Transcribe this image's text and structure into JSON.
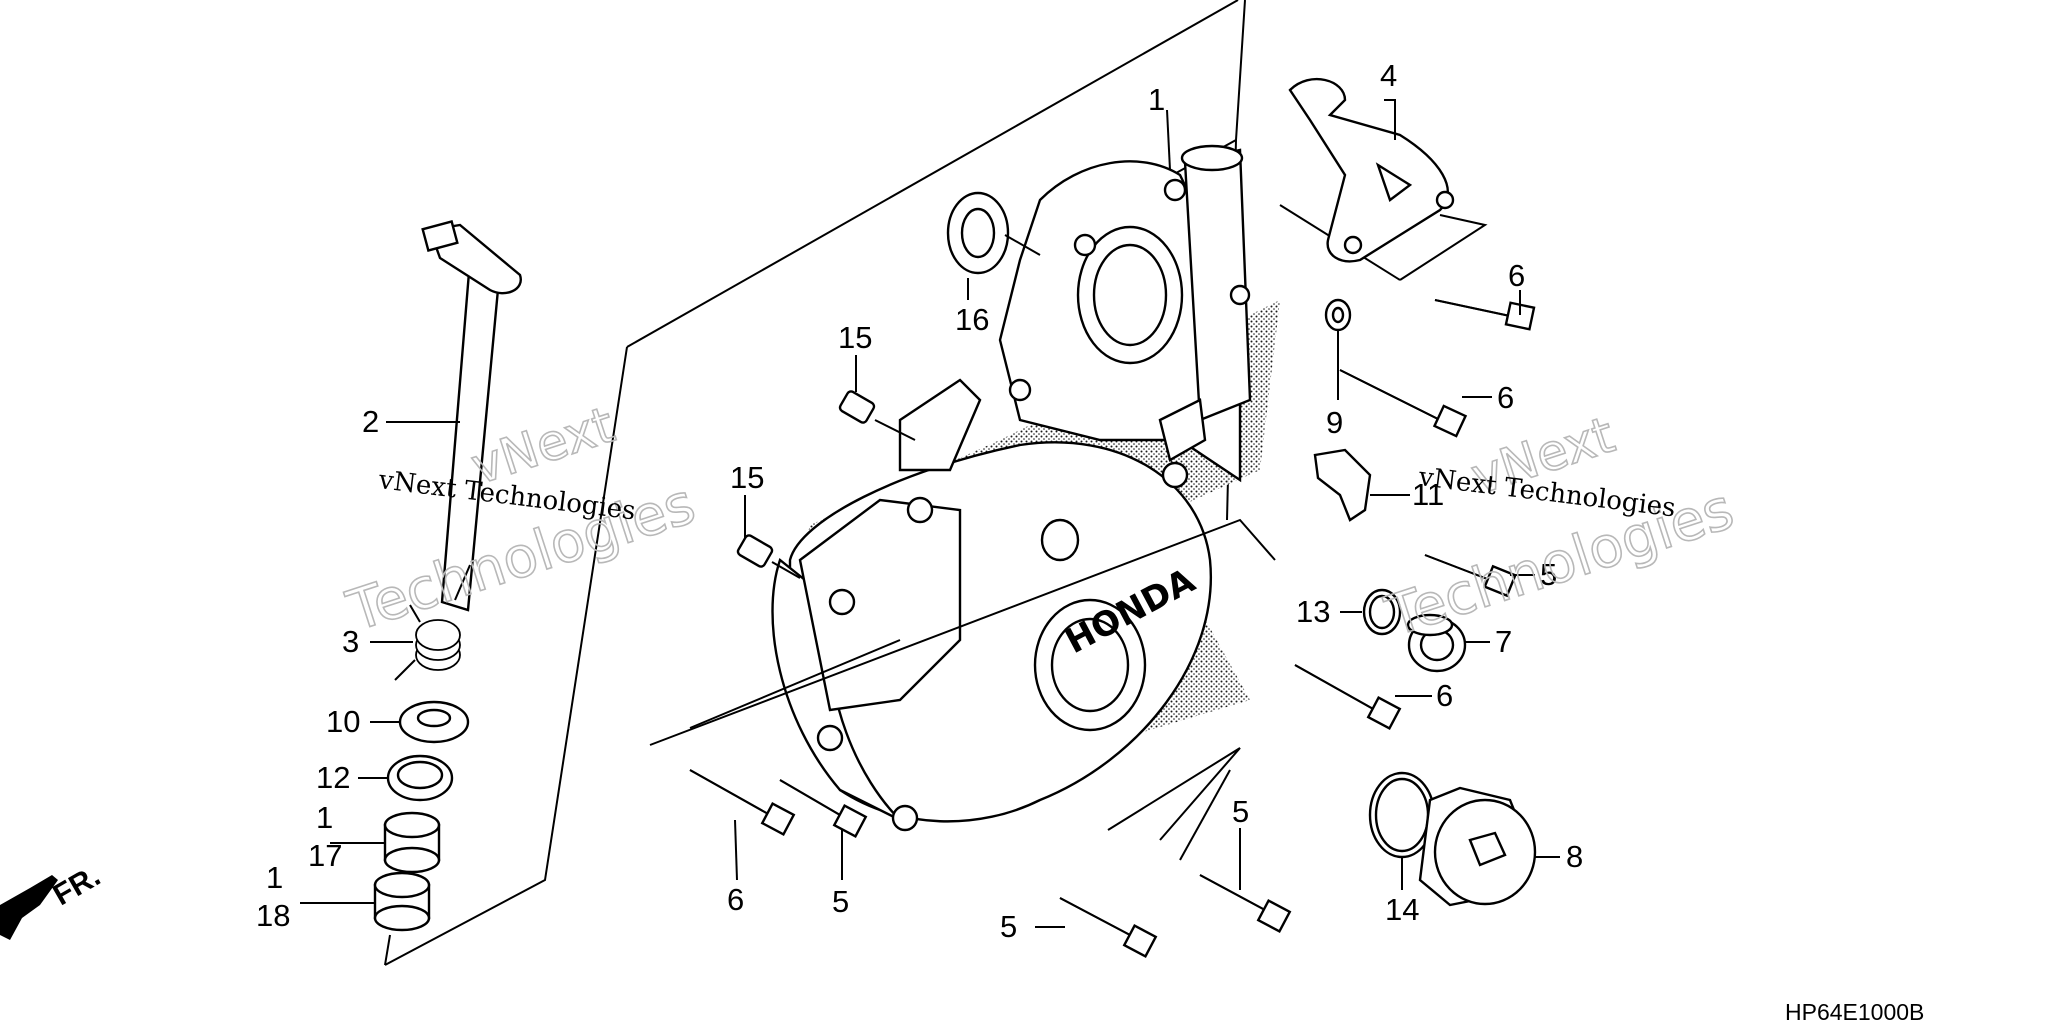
{
  "labels": {
    "c1_top": "1",
    "c4": "4",
    "c16": "16",
    "c15a": "15",
    "c15b": "15",
    "c6a": "6",
    "c6b": "6",
    "c9": "9",
    "c11": "11",
    "c5a": "5",
    "c13": "13",
    "c7": "7",
    "c6c": "6",
    "c2": "2",
    "c3": "3",
    "c10": "10",
    "c12": "12",
    "c1_17": "1",
    "c17": "17",
    "c1_18": "1",
    "c18": "18",
    "c6d": "6",
    "c5b": "5",
    "c5c": "5",
    "c5d": "5",
    "c14": "14",
    "c8": "8"
  },
  "front_arrow": "FR.",
  "brand_mark": "HONDA",
  "watermark": {
    "line_a": "vNext",
    "line_b": "Technologies",
    "line_c": "vNext Technologies"
  },
  "diagram_code": "HP64E1000B"
}
